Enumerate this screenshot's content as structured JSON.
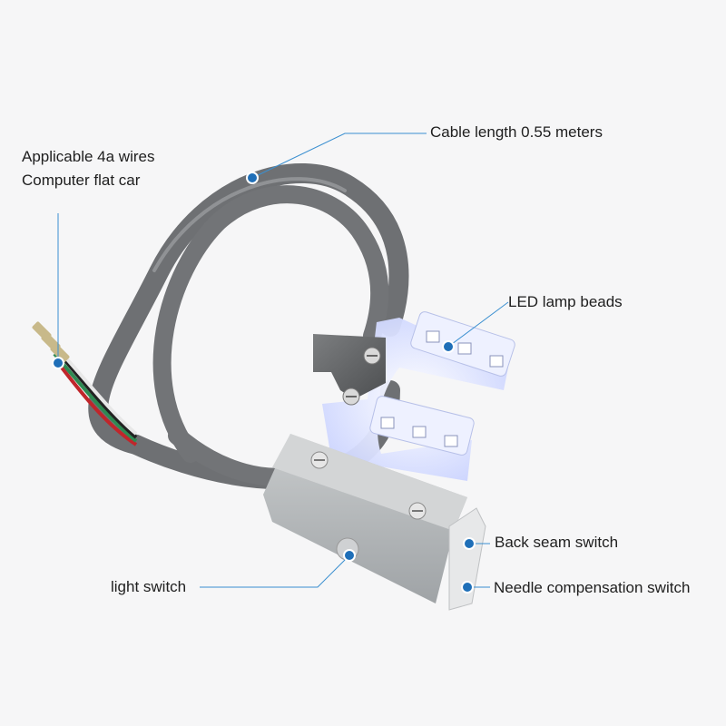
{
  "labels": {
    "wires_line1": "Applicable 4a wires",
    "wires_line2": "Computer flat car",
    "cable_length": "Cable length 0.55 meters",
    "led_beads": "LED lamp beads",
    "back_seam": "Back seam switch",
    "light_switch": "light switch",
    "needle_comp": "Needle compensation switch"
  },
  "colors": {
    "background": "#f6f6f7",
    "cable": "#6e7073",
    "housing": "#b8bbbd",
    "led_glow": "#cfd8ff",
    "callout_line": "#3a8fd0",
    "callout_dot": "#1f6fb8"
  }
}
